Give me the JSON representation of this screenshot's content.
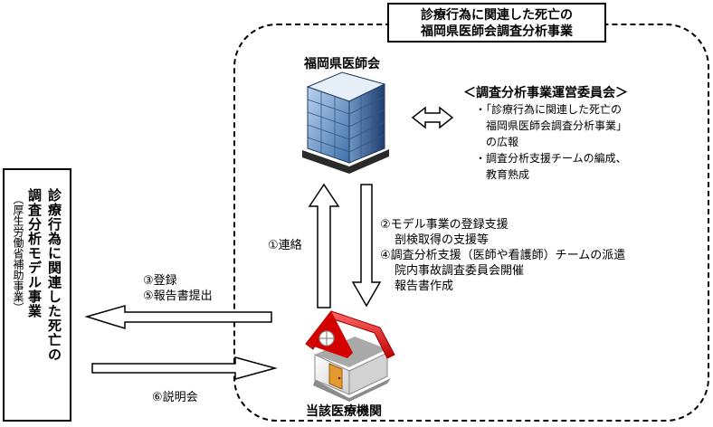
{
  "title": {
    "line1": "診療行為に関連した死亡の",
    "line2": "福岡県医師会調査分析事業"
  },
  "association": {
    "label": "福岡県医師会",
    "icon": "office-building-icon"
  },
  "committee": {
    "title": "＜調査分析事業運営委員会＞",
    "bullets": [
      "・「診療行為に関連した死亡の",
      "福岡県医師会調査分析事業」",
      "の広報",
      "・調査分析支援チームの編成、",
      "教育熟成"
    ]
  },
  "exchange_icon": "double-arrow-icon",
  "flows": {
    "contact": "①連絡",
    "support": [
      "②モデル事業の登録支援",
      "剖検取得の支援等",
      "④調査分析支援（医師や看護師）チームの派遣",
      "院内事故調査委員会開催",
      "報告書作成"
    ],
    "register": [
      "③登録",
      "⑤報告書提出"
    ],
    "explain": "⑥説明会"
  },
  "hospital": {
    "label": "当該医療機関",
    "icon": "house-icon"
  },
  "model_project": {
    "title_col1": "診療行為に関連した死亡の",
    "title_col2": "調査分析モデル事業",
    "subtitle": "（厚生労働省補助事業）"
  }
}
